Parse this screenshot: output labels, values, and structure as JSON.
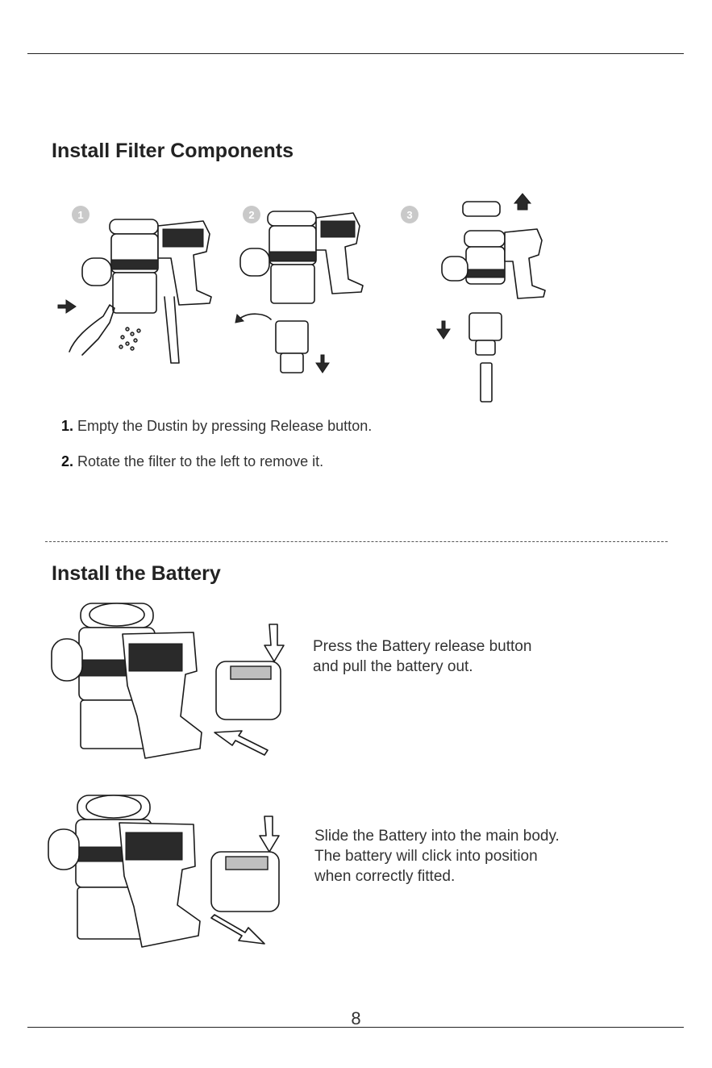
{
  "filter_section": {
    "heading": "Install Filter Components",
    "step_badges": [
      "1",
      "2",
      "3"
    ],
    "steps": [
      {
        "number": "1.",
        "text": "Empty the Dustin by pressing Release button."
      },
      {
        "number": "2.",
        "text": "Rotate the filter to the left to remove it."
      }
    ]
  },
  "battery_section": {
    "heading": "Install the Battery",
    "remove_caption": [
      "Press the Battery release button",
      "and pull the battery out."
    ],
    "insert_caption": [
      "Slide the Battery into the main body.",
      "The battery will click into position",
      "when correctly fitted."
    ]
  },
  "page_number": "8",
  "icons": {
    "arrow_push": "arrow-right-icon",
    "rotate": "rotate-left-icon",
    "arrow_down": "arrow-down-icon",
    "arrow_up": "arrow-up-icon"
  }
}
